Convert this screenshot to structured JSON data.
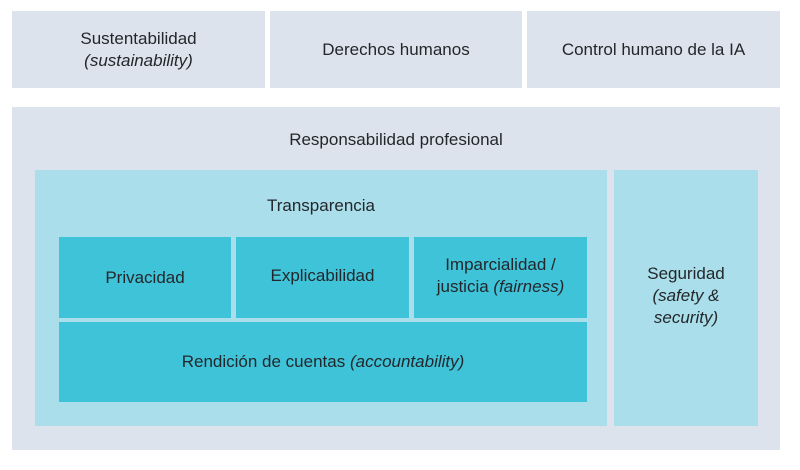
{
  "top": [
    {
      "label": "Sustentabilidad",
      "italic": "(sustainability)"
    },
    {
      "label": "Derechos humanos"
    },
    {
      "label": "Control humano de la IA"
    }
  ],
  "professional": {
    "label": "Responsabilidad profesional"
  },
  "transparency": {
    "label": "Transparencia"
  },
  "inner": {
    "privacy": "Privacidad",
    "explicability": "Explicabilidad",
    "fairness_line1": "Imparcialidad /",
    "fairness_line2": "justicia ",
    "fairness_italic": "(fairness)",
    "accountability": "Rendición de cuentas ",
    "accountability_italic": "(accountability)"
  },
  "security": {
    "label": "Seguridad",
    "italic1": "(safety &",
    "italic2": "security)"
  },
  "colors": {
    "outer": "#dde3ec",
    "light": "#a9deea",
    "teal": "#3fc3d8"
  }
}
